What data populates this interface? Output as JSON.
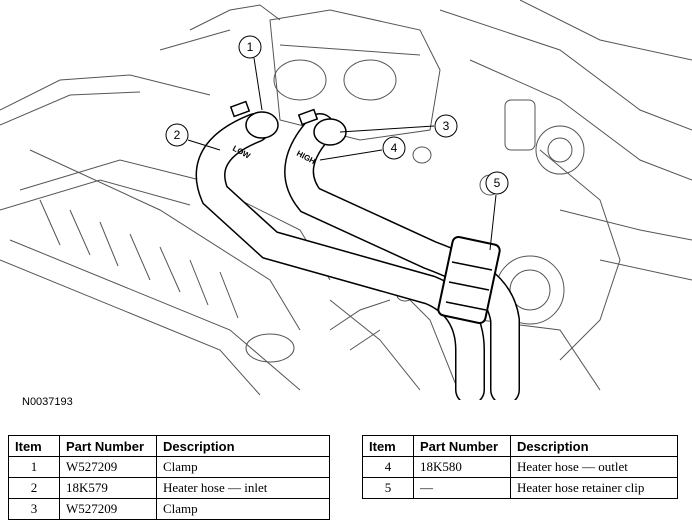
{
  "figure_id": "N0037193",
  "callouts": [
    "1",
    "2",
    "3",
    "4",
    "5"
  ],
  "hose_labels": {
    "inlet": "LOW",
    "outlet": "HIGH"
  },
  "table_headers": {
    "item": "Item",
    "part_number": "Part Number",
    "description": "Description"
  },
  "table_left": [
    {
      "item": "1",
      "part_number": "W527209",
      "description": "Clamp"
    },
    {
      "item": "2",
      "part_number": "18K579",
      "description": "Heater hose — inlet"
    },
    {
      "item": "3",
      "part_number": "W527209",
      "description": "Clamp"
    }
  ],
  "table_right": [
    {
      "item": "4",
      "part_number": "18K580",
      "description": "Heater hose — outlet"
    },
    {
      "item": "5",
      "part_number": "—",
      "description": "Heater hose retainer clip"
    }
  ]
}
